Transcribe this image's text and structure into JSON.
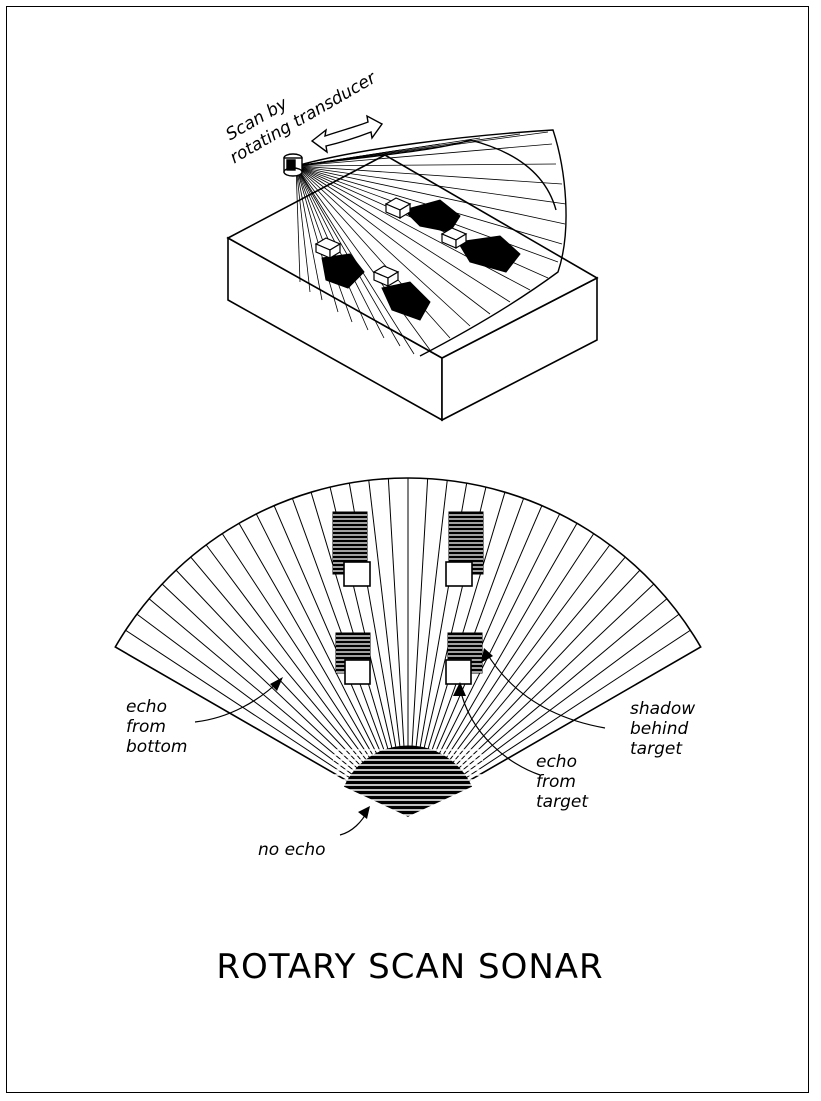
{
  "title": "ROTARY SCAN SONAR",
  "top_label": [
    "Scan by",
    "rotating transducer"
  ],
  "labels": {
    "echo_bottom": [
      "echo",
      "from",
      "bottom"
    ],
    "no_echo": [
      "no echo"
    ],
    "echo_target": [
      "echo",
      "from",
      "target"
    ],
    "shadow": [
      "shadow",
      "behind",
      "target"
    ]
  },
  "colors": {
    "ink": "#000000",
    "paper": "#ffffff"
  }
}
